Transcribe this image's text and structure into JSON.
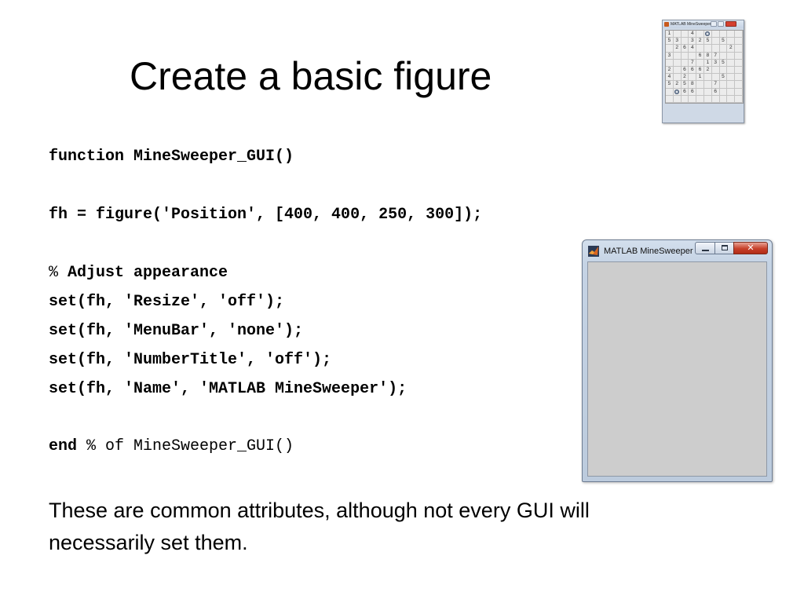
{
  "slide": {
    "title": "Create a basic figure",
    "code": {
      "line1": "function MineSweeper_GUI()",
      "line2": "fh = figure('Position', [400, 400, 250, 300]);",
      "comment_symbol": "%",
      "comment_text": " Adjust appearance",
      "line4": "set(fh, 'Resize', 'off');",
      "line5": "set(fh, 'MenuBar', 'none');",
      "line6": "set(fh, 'NumberTitle', 'off');",
      "line7": "set(fh, 'Name', 'MATLAB MineSweeper');",
      "end_keyword": "end",
      "end_comment": " % of MineSweeper_GUI()"
    },
    "note": "These are common attributes, although not every GUI will necessarily set them."
  },
  "thumbnail": {
    "title": "MATLAB MineSweeper",
    "icon": "matlab-logo-icon",
    "grid": [
      [
        "1",
        "",
        "",
        "4",
        "",
        "MINE",
        "",
        "",
        "",
        ""
      ],
      [
        "5",
        "3",
        "",
        "3",
        "2",
        "5",
        "",
        "5",
        "",
        ""
      ],
      [
        "",
        "2",
        "6",
        "4",
        "",
        "",
        "",
        "",
        "2",
        ""
      ],
      [
        "3",
        "",
        "",
        "",
        "6",
        "8",
        "7",
        "",
        "",
        ""
      ],
      [
        "",
        "",
        "",
        "7",
        "",
        "1",
        "3",
        "5",
        "",
        ""
      ],
      [
        "2",
        "",
        "6",
        "6",
        "6",
        "2",
        "",
        "",
        "",
        ""
      ],
      [
        "4",
        "",
        "2",
        "",
        "1",
        "",
        "",
        "5",
        "",
        ""
      ],
      [
        "5",
        "2",
        "5",
        "8",
        "",
        "",
        "7",
        "",
        "",
        ""
      ],
      [
        "",
        "MINE",
        "6",
        "6",
        "",
        "",
        "6",
        "",
        "",
        ""
      ],
      [
        "",
        "",
        "",
        "",
        "",
        "",
        "",
        "",
        "",
        ""
      ]
    ]
  },
  "figure_window": {
    "title": "MATLAB MineSweeper",
    "icon": "matlab-logo-icon",
    "colors": {
      "client_background": "#cdcdcd",
      "close_button": "#c7402a",
      "frame": "#c5d3e4"
    }
  }
}
